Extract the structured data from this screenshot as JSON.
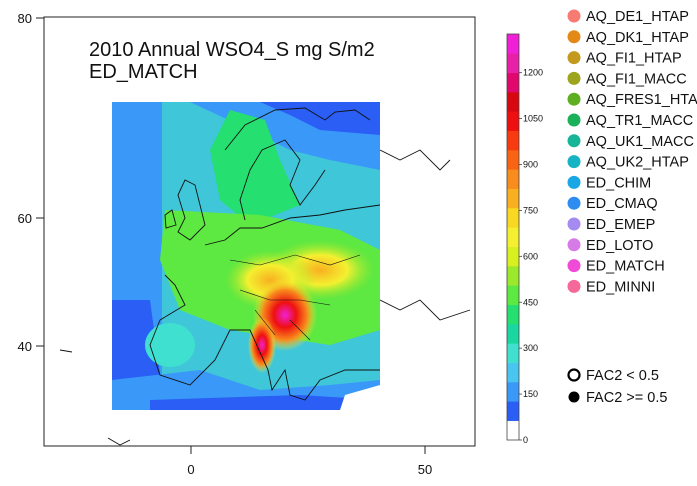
{
  "map": {
    "title_line1": "2010 Annual WSO4_S mg S/m2",
    "title_line2": "ED_MATCH",
    "y_ticks": [
      {
        "value": 40,
        "label": "40"
      },
      {
        "value": 60,
        "label": "60"
      },
      {
        "value": 80,
        "label": "80"
      }
    ],
    "x_ticks": [
      {
        "value": 0,
        "label": "0"
      },
      {
        "value": 50,
        "label": "50"
      }
    ]
  },
  "colorbar": {
    "labels": [
      "0",
      "150",
      "300",
      "450",
      "600",
      "750",
      "900",
      "1050",
      "1200"
    ],
    "colors": [
      "#ffffff",
      "#2a5ef5",
      "#3a98f8",
      "#48c6f0",
      "#40e0d0",
      "#1ad6a0",
      "#25e070",
      "#5ee842",
      "#9ce82a",
      "#d8f020",
      "#f4f030",
      "#f8d820",
      "#f8b020",
      "#f88c1c",
      "#f86414",
      "#f83a10",
      "#ee1010",
      "#d80810",
      "#e0086c",
      "#e820a8",
      "#f020d8"
    ]
  },
  "legend": {
    "models": [
      {
        "label": "AQ_DE1_HTAP",
        "color": "#f77b72"
      },
      {
        "label": "AQ_DK1_HTAP",
        "color": "#e38917"
      },
      {
        "label": "AQ_FI1_HTAP",
        "color": "#c49a1e"
      },
      {
        "label": "AQ_FI1_MACC",
        "color": "#9da41e"
      },
      {
        "label": "AQ_FRES1_HTAP",
        "color": "#5eae22"
      },
      {
        "label": "AQ_TR1_MACC",
        "color": "#1bb15a"
      },
      {
        "label": "AQ_UK1_MACC",
        "color": "#16b597"
      },
      {
        "label": "AQ_UK2_HTAP",
        "color": "#15b3c4"
      },
      {
        "label": "ED_CHIM",
        "color": "#1aa7e6"
      },
      {
        "label": "ED_CMAQ",
        "color": "#2e8cf0"
      },
      {
        "label": "ED_EMEP",
        "color": "#a58af0"
      },
      {
        "label": "ED_LOTO",
        "color": "#d67be6"
      },
      {
        "label": "ED_MATCH",
        "color": "#f04bd6"
      },
      {
        "label": "ED_MINNI",
        "color": "#f5689a"
      }
    ],
    "fac2": [
      {
        "label": "FAC2 < 0.5",
        "filled": false
      },
      {
        "label": "FAC2 >= 0.5",
        "filled": true
      }
    ]
  }
}
